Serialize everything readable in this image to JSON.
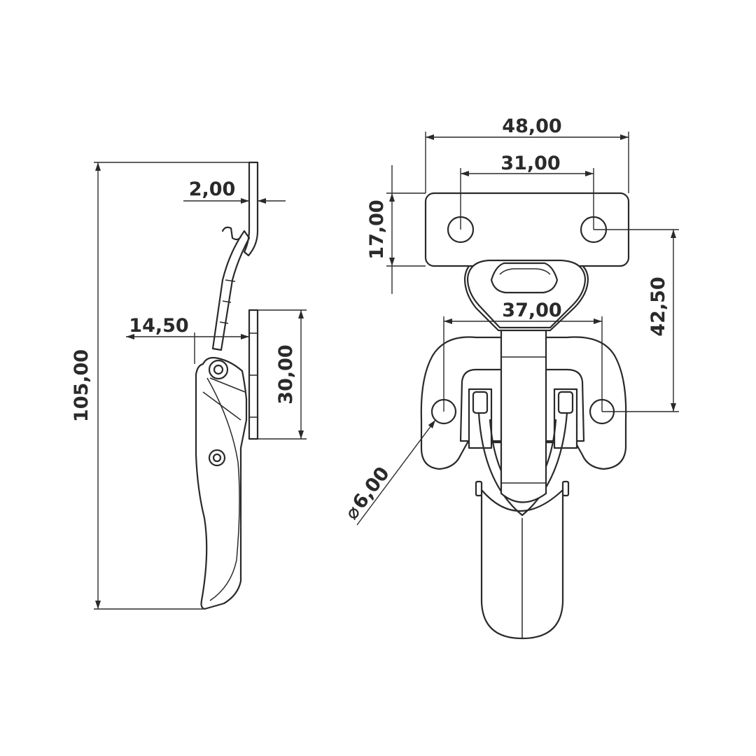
{
  "dimensions": {
    "overall_height": "105,00",
    "plate_thickness": "2,00",
    "side_offset": "14,50",
    "base_height": "30,00",
    "plate_width": "48,00",
    "hole_pitch_top": "31,00",
    "plate_height": "17,00",
    "hole_pitch_bottom": "37,00",
    "hole_spacing_vertical": "42,50",
    "hole_diameter": "6,00"
  },
  "diameter_symbol": "⌀",
  "colors": {
    "line": "#2a2a2a",
    "background": "#ffffff"
  }
}
